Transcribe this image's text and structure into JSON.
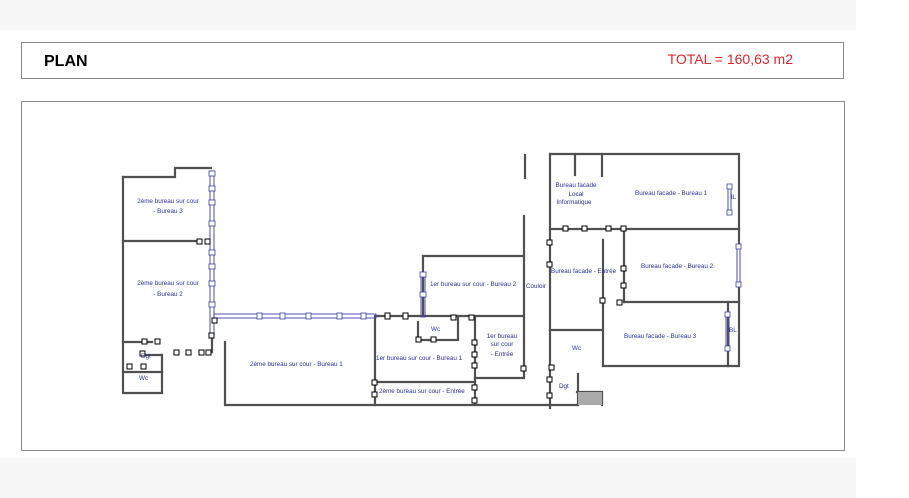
{
  "header": {
    "title": "PLAN",
    "total": "TOTAL = 160,63 m2"
  },
  "rooms": {
    "bureau3_cour2": [
      "2ème bureau sur cour",
      "- Bureau 3"
    ],
    "bureau2_cour2": [
      "2ème bureau sur cour",
      "- Bureau 2"
    ],
    "dgt_left": "Dgt",
    "wc_left": "Wc",
    "bureau1_cour2": "2ème bureau sur cour - Bureau 1",
    "bureau2_cour1": "1er bureau sur cour - Bureau 2",
    "wc_mid": "Wc",
    "entree_cour1": [
      "1er bureau",
      "sur cour",
      "- Entrée"
    ],
    "bureau1_cour1": "1er bureau sur cour - Bureau 1",
    "entree_cour2": "2ème bureau sur cour - Entrée",
    "couloir": "Couloir",
    "local_info": [
      "Bureau facade",
      "Local",
      "Informatique"
    ],
    "facade_b1": "Bureau facade - Bureau 1",
    "il": "IL",
    "facade_entree": "Bureau facade - Entrée",
    "facade_b2": "Bureau facade - Bureau 2",
    "wc_right": "Wc",
    "dgt_right": "Dgt",
    "facade_b3": "Bureau facade - Bureau 3",
    "bl": "BL"
  },
  "colors": {
    "total": "#e0262b",
    "labels": "#2b2f9c",
    "walls": "#505050",
    "windows": "#3a3fb0"
  }
}
